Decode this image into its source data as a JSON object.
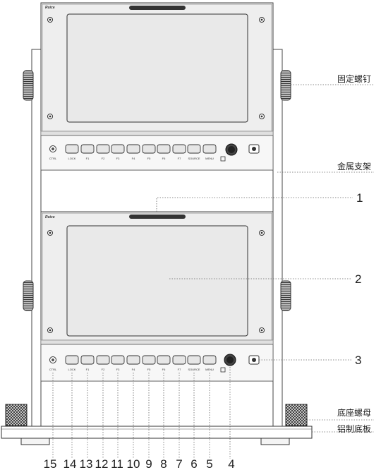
{
  "monitor": {
    "brand": "Ruice",
    "button_labels": [
      "CTRL",
      "LOCK",
      "F1",
      "F2",
      "F3",
      "F4",
      "F5",
      "F6",
      "F7",
      "SOURCE",
      "MENU"
    ]
  },
  "callouts": {
    "fixing_screw": "固定螺钉",
    "metal_bracket": "金属支架",
    "base_nut": "底座螺母",
    "aluminum_base": "铝制底板",
    "n1": "1",
    "n2": "2",
    "n3": "3"
  },
  "bottom_numbers": [
    "15",
    "14",
    "13",
    "12",
    "11",
    "10",
    "9",
    "8",
    "7",
    "6",
    "5",
    "4"
  ]
}
